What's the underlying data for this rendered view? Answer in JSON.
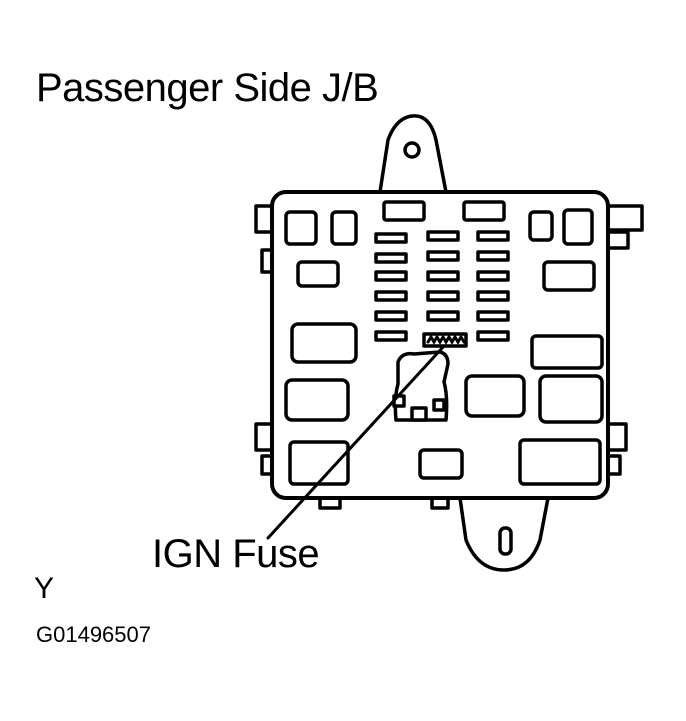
{
  "title": "Passenger Side J/B",
  "callout_label": "IGN Fuse",
  "view_key": "Y",
  "figure_id": "G01496507"
}
